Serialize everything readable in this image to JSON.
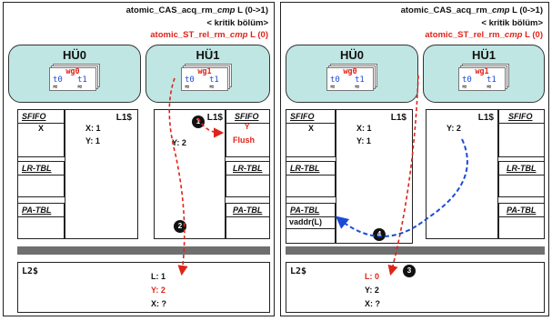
{
  "code": {
    "line1_pre": "atomic_CAS_acq_rm_",
    "line1_it": "cmp",
    "line1_post": " L (0->1)",
    "line2": "< kritik bölüm>",
    "line3_pre": "atomic_ST_rel_rm_",
    "line3_it": "cmp",
    "line3_post": " L (0)"
  },
  "cu": {
    "hu0": "HÜ0",
    "hu1": "HÜ1",
    "wg0": "wg0",
    "wg1": "wg1",
    "t0": "t0",
    "t1": "t1",
    "squiggle": "≈"
  },
  "labels": {
    "sfifo": "SFIFO",
    "lrtbl": "LR-TBL",
    "patbl": "PA-TBL",
    "l1": "L1$",
    "l2": "L2$"
  },
  "left": {
    "sfifo_entry": "X",
    "l1_lines": [
      "X: 1",
      "Y: 1"
    ],
    "l1_right": "Y: 2",
    "sfifo_right_entry": "Y",
    "flush": "Flush",
    "l2_lines": [
      "L: 1",
      "Y: 2",
      "X: ?"
    ],
    "step1": "1",
    "step2": "2"
  },
  "right": {
    "sfifo_entry": "X",
    "l1_lines": [
      "X: 1",
      "Y: 1"
    ],
    "l1_right": "Y: 2",
    "pa_entry": "vaddr(L)",
    "l2_lines": [
      "L: 0",
      "Y: 2",
      "X: ?"
    ],
    "step3": "3",
    "step4": "4"
  },
  "colors": {
    "teal": "#bfe6e3",
    "red": "#e0231a",
    "blue": "#1b4bd6"
  }
}
